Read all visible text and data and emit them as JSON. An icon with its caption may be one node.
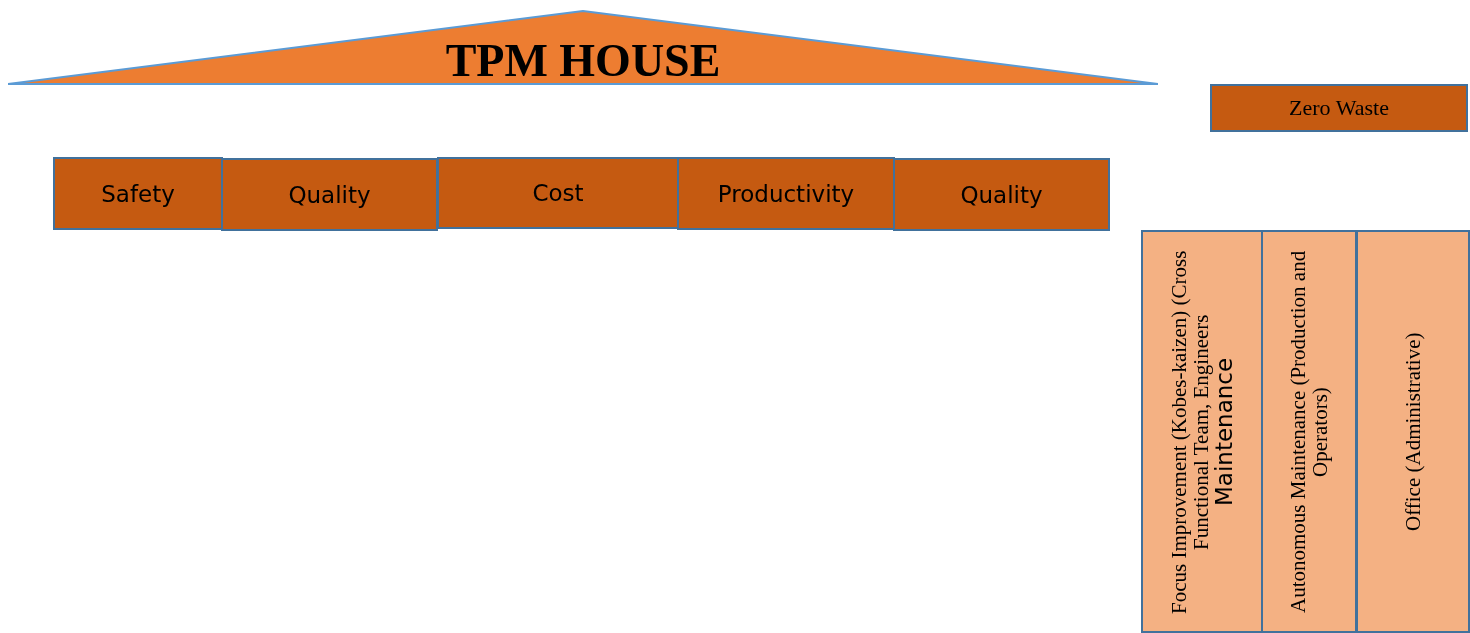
{
  "diagram": {
    "nodes": [
      {
        "text": [
          "TPM HOUSE"
        ]
      },
      {
        "text": [
          "Zero Waste"
        ]
      },
      {
        "text": [
          "Safety"
        ]
      },
      {
        "text": [
          "Quality"
        ]
      },
      {
        "text": [
          "Cost"
        ]
      },
      {
        "text": [
          "Productivity"
        ]
      },
      {
        "text": [
          "Quality"
        ]
      },
      {
        "text": [
          "Focus Improvement (Kobes-kaizen) (Cross Functional Team, Engineers",
          "Maintenance"
        ]
      },
      {
        "text": [
          "Autonomous Maintenance (Production and Operators)"
        ]
      },
      {
        "text": [
          "Office (Administrative)"
        ]
      }
    ]
  }
}
